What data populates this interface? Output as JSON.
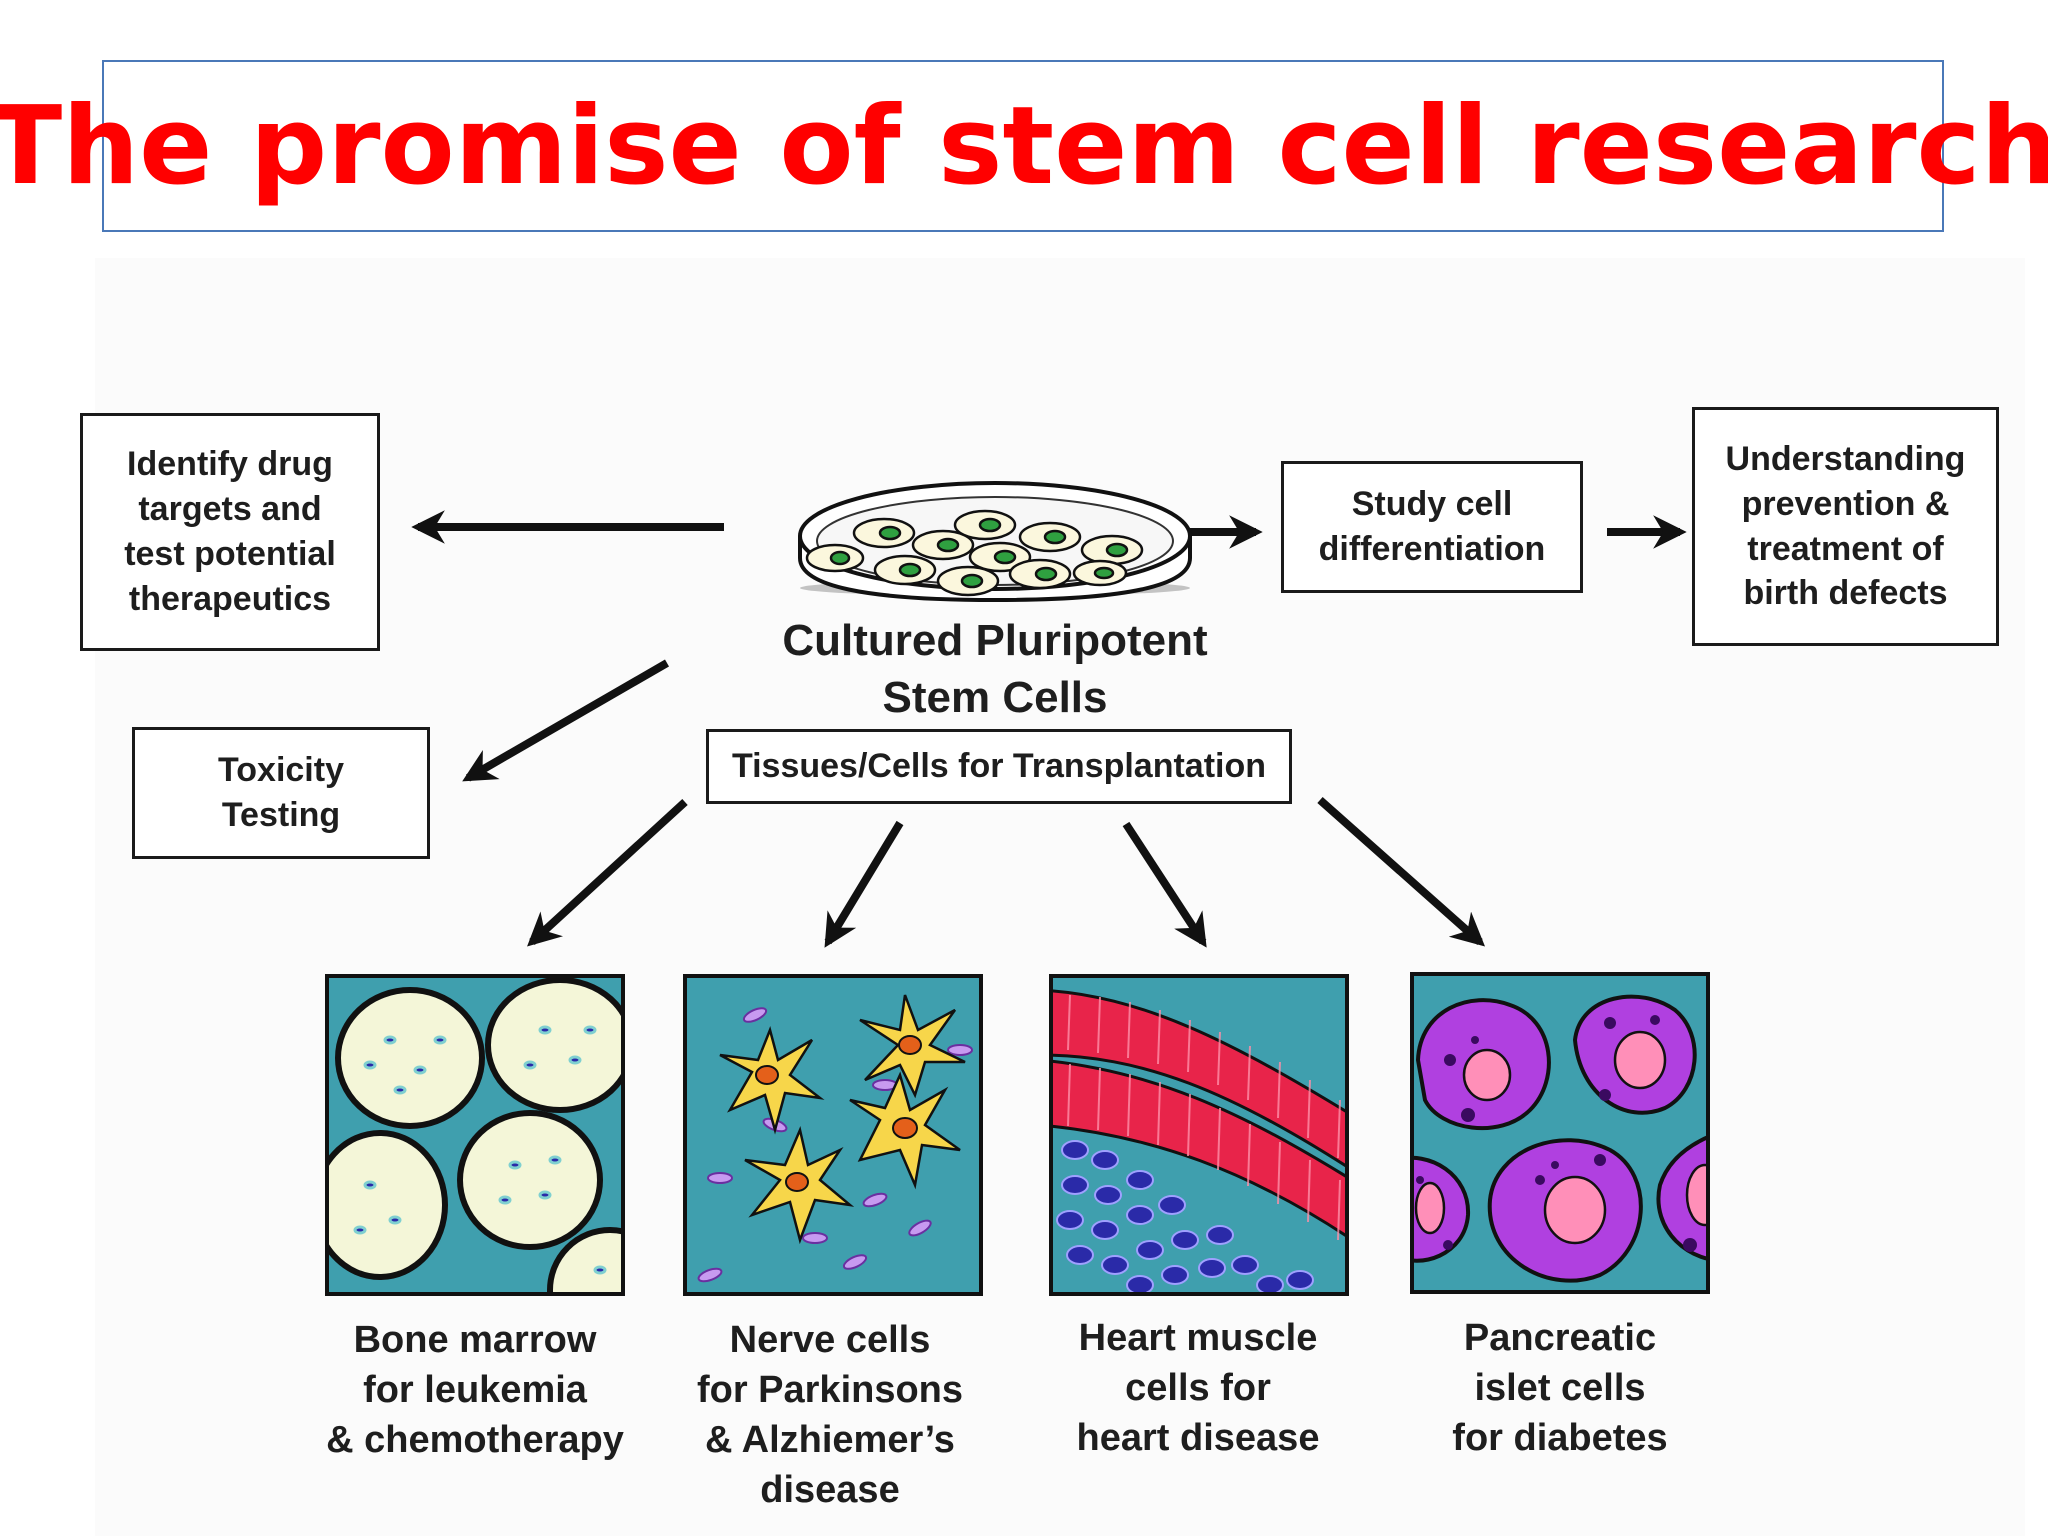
{
  "title": "The promise of stem cell research",
  "center": {
    "label": "Cultured Pluripotent\nStem Cells",
    "transplant_box": "Tissues/Cells for Transplantation"
  },
  "boxes": {
    "drug_targets": "Identify drug\ntargets and\ntest potential\ntherapeutics",
    "toxicity": "Toxicity\nTesting",
    "study_differentiation": "Study cell\ndifferentiation",
    "birth_defects": "Understanding\nprevention &\ntreatment of\nbirth defects"
  },
  "panels": [
    {
      "label": "Bone marrow\nfor leukemia\n& chemotherapy",
      "icon": "bone-marrow-cells"
    },
    {
      "label": "Nerve cells\nfor Parkinsons\n& Alzhiemer’s\ndisease",
      "icon": "nerve-cells"
    },
    {
      "label": "Heart muscle\ncells for\nheart disease",
      "icon": "heart-muscle-cells"
    },
    {
      "label": "Pancreatic\nislet cells\nfor diabetes",
      "icon": "pancreatic-islet-cells"
    }
  ],
  "colors": {
    "title": "#ff0000",
    "panel_bg": "#3f9fae",
    "marrow_cell": "#f4f6d8",
    "nerve_cell": "#f7d64a",
    "muscle": "#e8244a",
    "blood_cell": "#2a2aa8",
    "islet_cell": "#b040e0",
    "nucleus_pink": "#ff8fb8"
  }
}
